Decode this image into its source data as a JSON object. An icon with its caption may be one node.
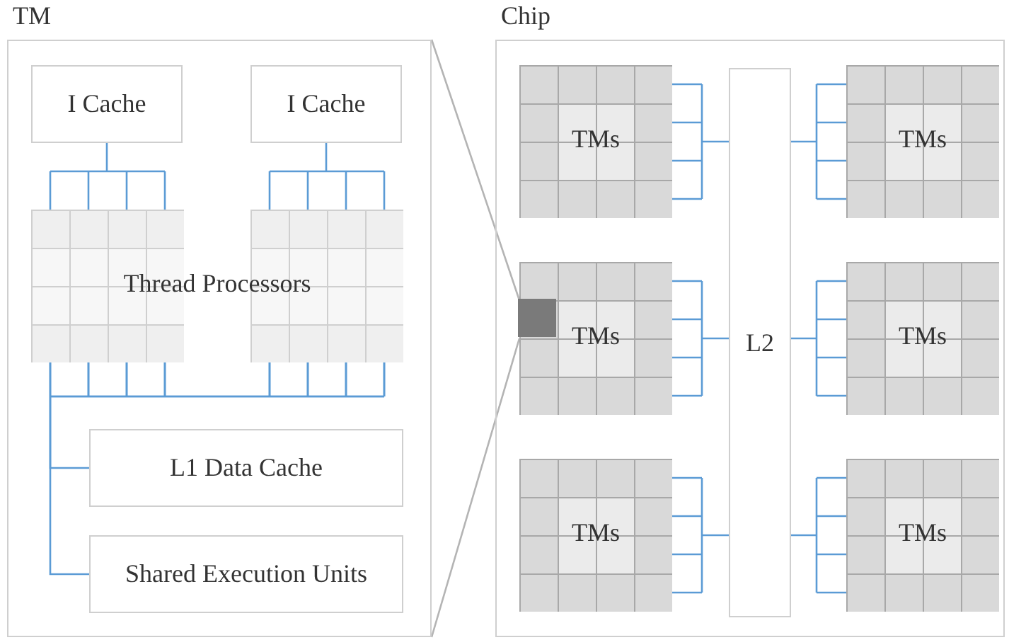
{
  "diagram": {
    "nodes": [
      {
        "text": [
          "TM"
        ]
      },
      {
        "text": [
          "I Cache"
        ],
        "in": 0
      },
      {
        "text": [
          "I Cache"
        ],
        "in": 0
      },
      {
        "text": [
          "Thread Processors"
        ],
        "in": 0
      },
      {
        "text": [
          "L1 Data Cache"
        ],
        "in": 0
      },
      {
        "text": [
          "Shared Execution Units"
        ],
        "in": 0
      },
      {
        "text": [
          "Chip"
        ]
      },
      {
        "text": [
          "TMs"
        ],
        "in": 6
      },
      {
        "text": [
          "L2"
        ],
        "in": 6
      },
      {
        "text": [
          "TMs"
        ],
        "in": 6
      },
      {
        "text": [
          "TMs"
        ],
        "in": 6
      },
      {
        "text": [
          "TMs"
        ],
        "in": 6
      },
      {
        "text": [
          "TMs"
        ],
        "in": 6
      },
      {
        "text": [
          "TMs"
        ],
        "in": 6
      },
      {
        "text": [],
        "shape": "box",
        "in": 10
      }
    ],
    "edges": [
      {
        "from": 1,
        "to": 3,
        "arrow": "none"
      },
      {
        "from": 2,
        "to": 3,
        "arrow": "none"
      },
      {
        "from": 3,
        "to": 4,
        "arrow": "none"
      },
      {
        "from": 3,
        "to": 5,
        "arrow": "none"
      },
      {
        "from": 7,
        "to": 8,
        "arrow": "none"
      },
      {
        "from": 9,
        "to": 8,
        "arrow": "none"
      },
      {
        "from": 10,
        "to": 8,
        "arrow": "none"
      },
      {
        "from": 11,
        "to": 8,
        "arrow": "none"
      },
      {
        "from": 12,
        "to": 8,
        "arrow": "none"
      },
      {
        "from": 13,
        "to": 8,
        "arrow": "none"
      },
      {
        "from": 14,
        "to": 0,
        "arrow": "none",
        "color": "#b4b4b4"
      }
    ]
  }
}
